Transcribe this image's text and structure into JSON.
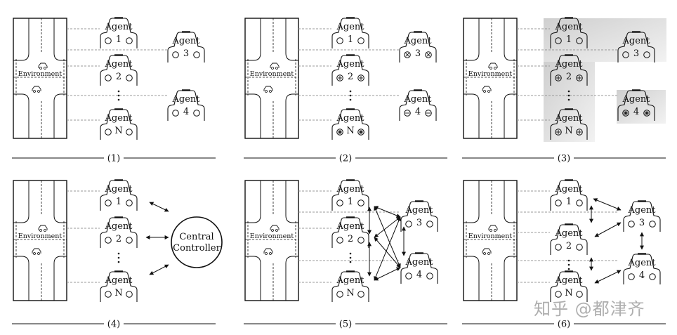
{
  "agent_label": "Agent",
  "environment_label": "Environment",
  "central_controller": [
    "Central",
    "Controller"
  ],
  "panels": [
    {
      "caption": "(1)",
      "ids": [
        "1",
        "3",
        "2",
        "4",
        "N"
      ]
    },
    {
      "caption": "(2)",
      "ids": [
        "1",
        "3",
        "2",
        "4",
        "N"
      ]
    },
    {
      "caption": "(3)",
      "ids": [
        "1",
        "3",
        "2",
        "4",
        "N"
      ]
    },
    {
      "caption": "(4)",
      "ids": [
        "1",
        "2",
        "N"
      ]
    },
    {
      "caption": "(5)",
      "ids": [
        "1",
        "3",
        "2",
        "4",
        "N"
      ]
    },
    {
      "caption": "(6)",
      "ids": [
        "1",
        "3",
        "2",
        "4",
        "N"
      ]
    }
  ],
  "watermark": "知乎 @都津齐"
}
